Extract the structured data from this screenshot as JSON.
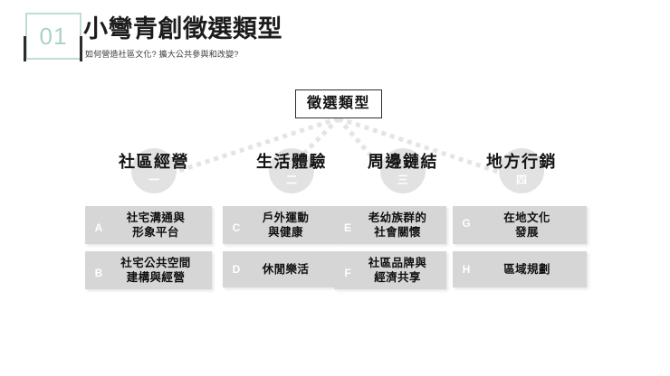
{
  "header": {
    "badge_number": "01",
    "title": "小彎青創徵選類型",
    "subtitle": "如何營造社區文化? 擴大公共參與和改變?",
    "badge_border_color": "#bfded2",
    "badge_text_color": "#a8d4c2",
    "accent_bar_color": "#2b2b2b"
  },
  "diagram": {
    "root": {
      "label": "徵選類型"
    },
    "connector_style": "dotted",
    "connector_color": "#e4e4e4",
    "circle_color": "#e2e2e2",
    "box_color": "#d6d6d6",
    "columns": [
      {
        "title": "社區經營",
        "numeral": "一",
        "items": [
          {
            "letter": "A",
            "lines": [
              "社宅溝通與",
              "形象平台"
            ]
          },
          {
            "letter": "B",
            "lines": [
              "社宅公共空間",
              "建構與經營"
            ]
          }
        ]
      },
      {
        "title": "生活體驗",
        "numeral": "二",
        "items": [
          {
            "letter": "C",
            "lines": [
              "戶外運動",
              "與健康"
            ]
          },
          {
            "letter": "D",
            "lines": [
              "休閒樂活"
            ]
          }
        ]
      },
      {
        "title": "周邊鏈結",
        "numeral": "三",
        "items": [
          {
            "letter": "E",
            "lines": [
              "老幼族群的",
              "社會關懷"
            ]
          },
          {
            "letter": "F",
            "lines": [
              "社區品牌與",
              "經濟共享"
            ]
          }
        ]
      },
      {
        "title": "地方行銷",
        "numeral": "四",
        "items": [
          {
            "letter": "G",
            "lines": [
              "在地文化",
              "發展"
            ]
          },
          {
            "letter": "H",
            "lines": [
              "區域規劃"
            ]
          }
        ]
      }
    ]
  }
}
